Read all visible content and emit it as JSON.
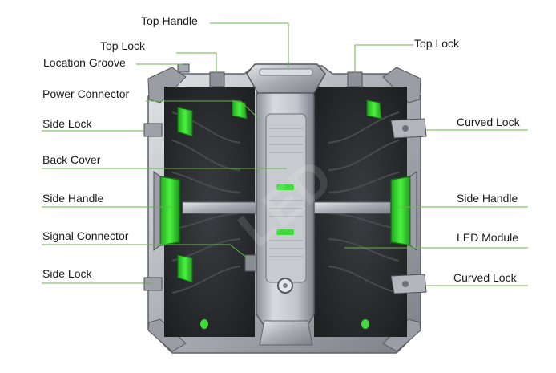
{
  "labels": {
    "top_handle": "Top Handle",
    "top_lock_left": "Top Lock",
    "top_lock_right": "Top Lock",
    "location_groove": "Location Groove",
    "power_connector": "Power Connector",
    "side_lock_upper": "Side Lock",
    "curved_lock_upper": "Curved Lock",
    "back_cover": "Back Cover",
    "side_handle_left": "Side Handle",
    "side_handle_right": "Side Handle",
    "signal_connector": "Signal Connector",
    "led_module": "LED Module",
    "side_lock_lower": "Side Lock",
    "curved_lock_lower": "Curved Lock"
  },
  "colors": {
    "leader_line": "#6ab04c",
    "accent_green": "#3ddc3a",
    "frame_metal": "#b8bcc2",
    "panel_dark": "#2a2c2f"
  },
  "watermark": "LED"
}
